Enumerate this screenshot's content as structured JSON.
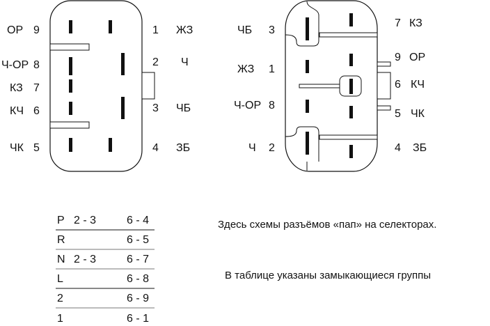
{
  "left_connector": {
    "left_labels": [
      {
        "wire": "ОР",
        "pin": "9"
      },
      {
        "wire": "Ч-ОР",
        "pin": "8"
      },
      {
        "wire": "КЗ",
        "pin": "7"
      },
      {
        "wire": "КЧ",
        "pin": "6"
      },
      {
        "wire": "ЧК",
        "pin": "5"
      }
    ],
    "right_labels": [
      {
        "pin": "1",
        "wire": "ЖЗ"
      },
      {
        "pin": "2",
        "wire": "Ч"
      },
      {
        "pin": "3",
        "wire": "ЧБ"
      },
      {
        "pin": "4",
        "wire": "ЗБ"
      }
    ]
  },
  "right_connector": {
    "left_labels": [
      {
        "wire": "ЧБ",
        "pin": "3"
      },
      {
        "wire": "ЖЗ",
        "pin": "1"
      },
      {
        "wire": "Ч-ОР",
        "pin": "8"
      },
      {
        "wire": "Ч",
        "pin": "2"
      }
    ],
    "right_labels": [
      {
        "pin": "7",
        "wire": "КЗ"
      },
      {
        "pin": "9",
        "wire": "ОР"
      },
      {
        "pin": "6",
        "wire": "КЧ"
      },
      {
        "pin": "5",
        "wire": "ЧК"
      },
      {
        "pin": "4",
        "wire": "ЗБ"
      }
    ]
  },
  "table": {
    "rows": [
      {
        "pos": "P",
        "group1": "2 - 3",
        "group2": "6 - 4"
      },
      {
        "pos": "R",
        "group1": "",
        "group2": "6 - 5"
      },
      {
        "pos": "N",
        "group1": "2 - 3",
        "group2": "6 - 7"
      },
      {
        "pos": "L",
        "group1": "",
        "group2": "6 - 8"
      },
      {
        "pos": "2",
        "group1": "",
        "group2": "6 - 9"
      },
      {
        "pos": "1",
        "group1": "",
        "group2": "6 - 1"
      }
    ]
  },
  "notes": {
    "line1": "Здесь схемы разъёмов «пап» на селекторах.",
    "line2": "В таблице указаны замыкающиеся группы"
  }
}
